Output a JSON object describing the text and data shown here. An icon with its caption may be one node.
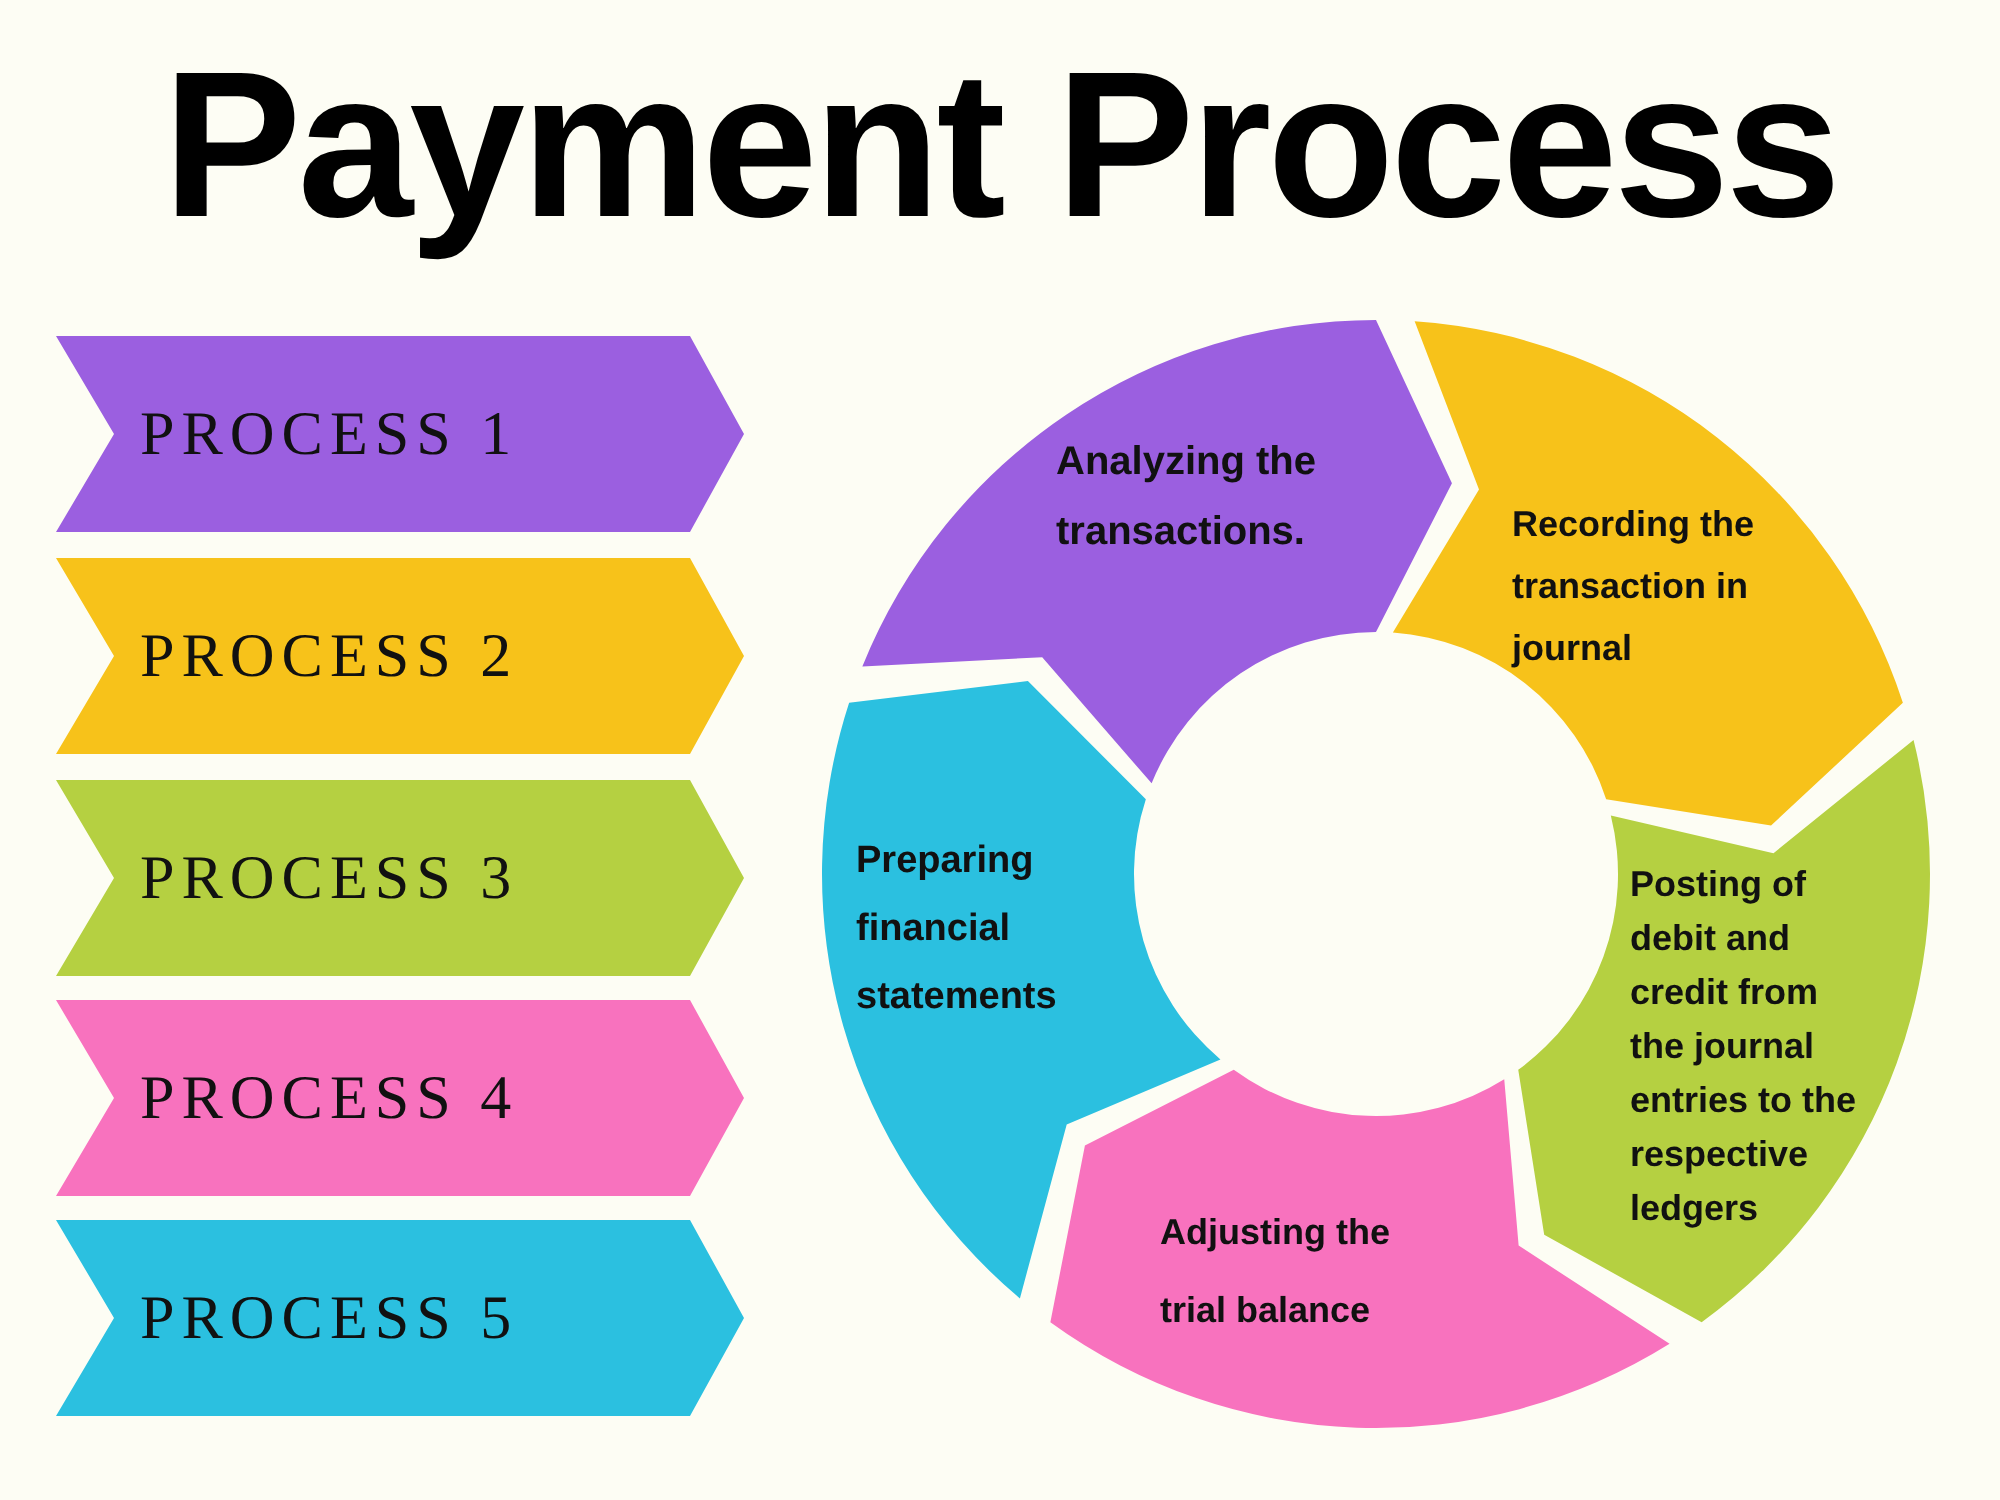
{
  "diagram": {
    "title": "Payment Process",
    "nodes": [
      {
        "text": [
          "PROCESS 1"
        ]
      },
      {
        "text": [
          "PROCESS 2"
        ]
      },
      {
        "text": [
          "PROCESS 3"
        ]
      },
      {
        "text": [
          "PROCESS 4"
        ]
      },
      {
        "text": [
          "PROCESS 5"
        ]
      },
      {
        "text": [
          "Analyzing the transactions."
        ]
      },
      {
        "text": [
          "Recording the transaction in journal"
        ]
      },
      {
        "text": [
          "Posting of debit and credit from the journal entries to the respective ledgers"
        ]
      },
      {
        "text": [
          "Adjusting the trial balance"
        ]
      },
      {
        "text": [
          "Preparing financial statements"
        ]
      }
    ]
  }
}
